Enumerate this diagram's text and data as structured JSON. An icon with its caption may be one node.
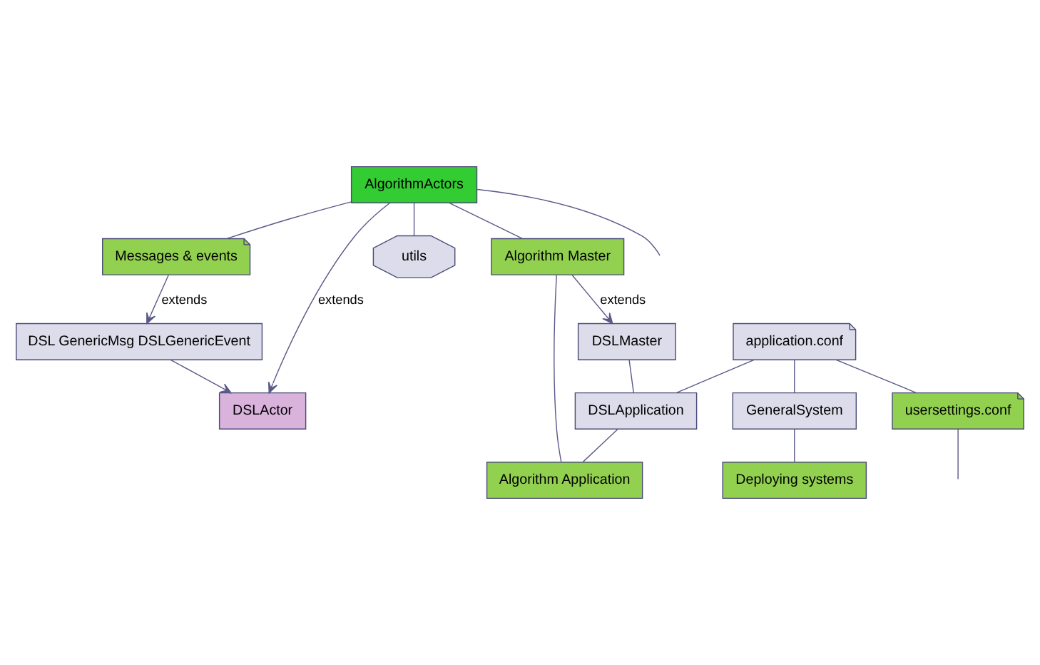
{
  "diagram": {
    "nodes": [
      {
        "text": [
          "DSLActor"
        ]
      },
      {
        "text": [
          "DSL GenericMsg DSLGenericEvent"
        ]
      },
      {
        "text": [
          "Messages & events"
        ]
      },
      {
        "text": [
          "AlgorithmActors"
        ]
      },
      {
        "text": [
          "utils"
        ]
      },
      {
        "text": [
          "DSLMaster"
        ]
      },
      {
        "text": [
          "Algorithm Master"
        ]
      },
      {
        "text": [
          "DSLApplication"
        ]
      },
      {
        "text": [
          "application.conf"
        ]
      },
      {
        "text": [
          "Algorithm Application"
        ]
      },
      {
        "text": [
          "GeneralSystem"
        ]
      },
      {
        "text": [
          "usersettings.conf"
        ]
      },
      {
        "text": [
          "Deploying systems"
        ]
      }
    ],
    "edges": [
      {
        "from": 1,
        "to": 0,
        "arrow": "to"
      },
      {
        "from": 2,
        "to": 1,
        "arrow": "to",
        "label": "extends"
      },
      {
        "from": 3,
        "to": 0,
        "arrow": "to",
        "label": "extends"
      },
      {
        "from": 3,
        "to": 2,
        "arrow": "none"
      },
      {
        "from": 3,
        "to": 4,
        "arrow": "none"
      },
      {
        "from": 3,
        "to": null,
        "arrow": "none"
      },
      {
        "from": 3,
        "to": 6,
        "arrow": "none"
      },
      {
        "from": 6,
        "to": 5,
        "arrow": "to",
        "label": "extends"
      },
      {
        "from": 5,
        "to": 7,
        "arrow": "none"
      },
      {
        "from": 6,
        "to": 9,
        "arrow": "none"
      },
      {
        "from": 7,
        "to": 9,
        "arrow": "none"
      },
      {
        "from": 8,
        "to": 7,
        "arrow": "none"
      },
      {
        "from": 8,
        "to": 10,
        "arrow": "none"
      },
      {
        "from": 8,
        "to": 11,
        "arrow": "none"
      },
      {
        "from": 10,
        "to": 12,
        "arrow": "none"
      },
      {
        "from": 11,
        "to": null,
        "arrow": "none"
      }
    ]
  }
}
